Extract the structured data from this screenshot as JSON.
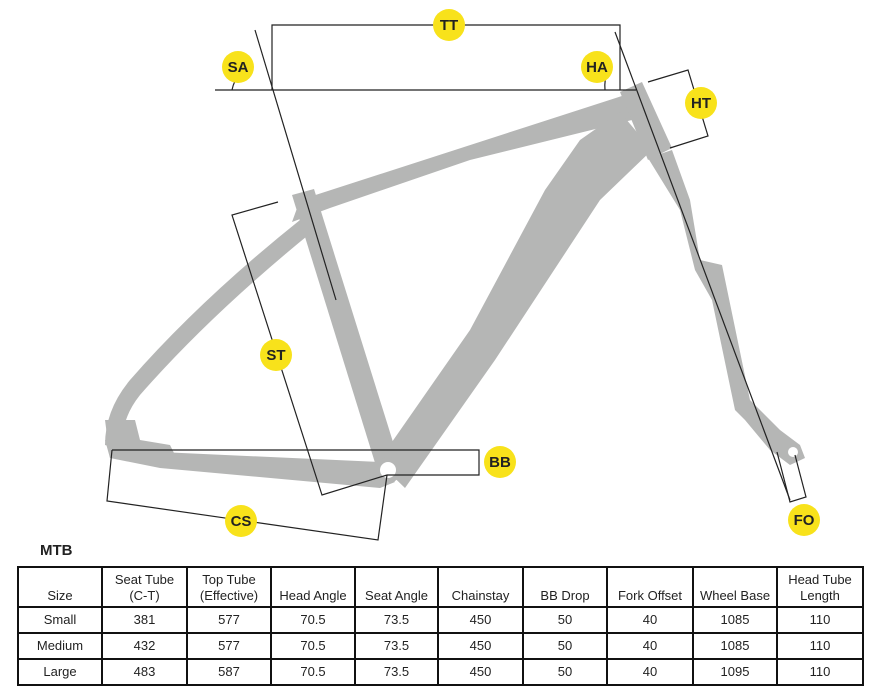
{
  "diagram": {
    "labels": {
      "tt": "TT",
      "sa": "SA",
      "ha": "HA",
      "ht": "HT",
      "st": "ST",
      "bb": "BB",
      "cs": "CS",
      "fo": "FO"
    },
    "colors": {
      "frame": "#b5b6b5",
      "badge": "#f8e21b",
      "line": "#222222"
    }
  },
  "table": {
    "title": "MTB",
    "headers": [
      [
        "Size"
      ],
      [
        "Seat Tube",
        "(C-T)"
      ],
      [
        "Top Tube",
        "(Effective)"
      ],
      [
        "Head Angle"
      ],
      [
        "Seat Angle"
      ],
      [
        "Chainstay"
      ],
      [
        "BB Drop"
      ],
      [
        "Fork Offset"
      ],
      [
        "Wheel Base"
      ],
      [
        "Head Tube",
        "Length"
      ]
    ],
    "rows": [
      [
        "Small",
        "381",
        "577",
        "70.5",
        "73.5",
        "450",
        "50",
        "40",
        "1085",
        "110"
      ],
      [
        "Medium",
        "432",
        "577",
        "70.5",
        "73.5",
        "450",
        "50",
        "40",
        "1085",
        "110"
      ],
      [
        "Large",
        "483",
        "587",
        "70.5",
        "73.5",
        "450",
        "50",
        "40",
        "1095",
        "110"
      ]
    ]
  }
}
